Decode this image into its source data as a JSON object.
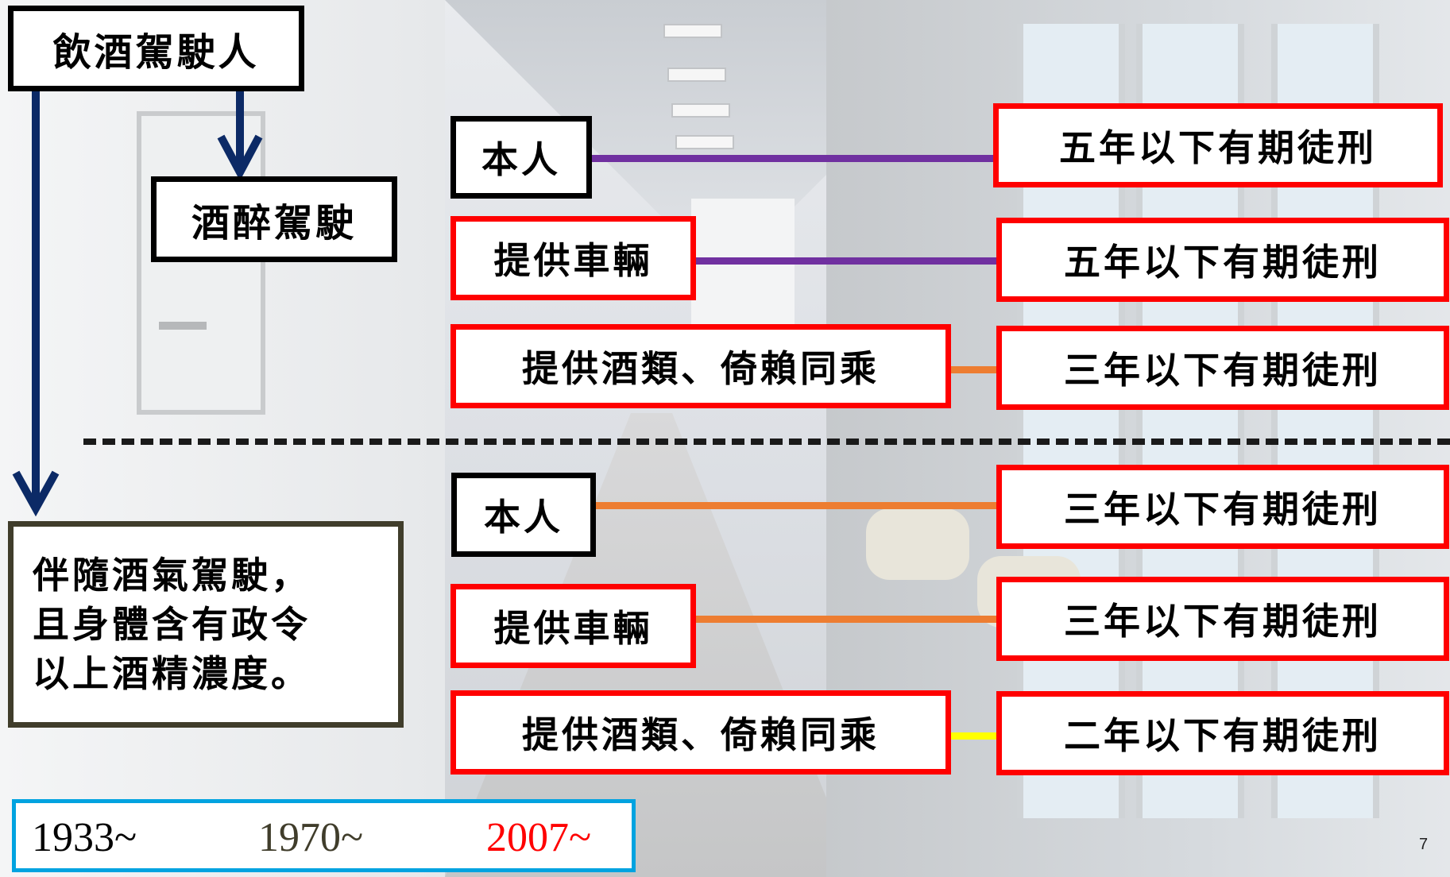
{
  "top_box": "飲酒駕駛人",
  "drunk_box": "酒醉駕駛",
  "alcohol_box": {
    "line1": "伴隨酒氣駕駛，",
    "line2": "且身體含有政令",
    "line3": "以上酒精濃度。"
  },
  "upper_group": {
    "rows": [
      {
        "label": "本人",
        "penalty": "五年以下有期徒刑",
        "line_color": "#7030a0"
      },
      {
        "label": "提供車輛",
        "penalty": "五年以下有期徒刑",
        "line_color": "#7030a0"
      },
      {
        "label": "提供酒類、倚賴同乘",
        "penalty": "三年以下有期徒刑",
        "line_color": "#ed7d31"
      }
    ]
  },
  "lower_group": {
    "rows": [
      {
        "label": "本人",
        "penalty": "三年以下有期徒刑",
        "line_color": "#ed7d31"
      },
      {
        "label": "提供車輛",
        "penalty": "三年以下有期徒刑",
        "line_color": "#ed7d31"
      },
      {
        "label": "提供酒類、倚賴同乘",
        "penalty": "二年以下有期徒刑",
        "line_color": "#ffff00"
      }
    ]
  },
  "years": [
    {
      "text": "1933~",
      "color": "#000000"
    },
    {
      "text": "1970~",
      "color": "#403d2b"
    },
    {
      "text": "2007~",
      "color": "#ff0000"
    }
  ],
  "arrow_color": "#0c2a66",
  "slide_number": "7"
}
